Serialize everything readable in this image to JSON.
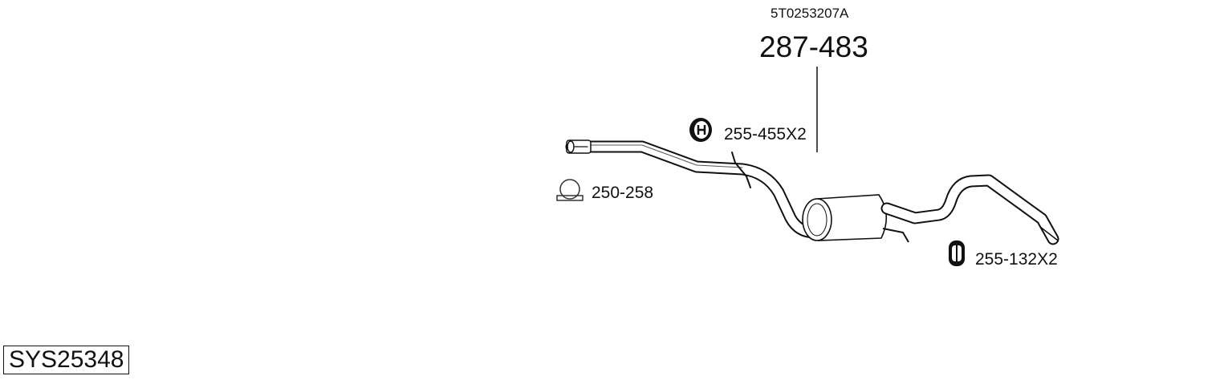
{
  "oe_number": "5T0253207A",
  "main_part": "287-483",
  "parts": [
    {
      "number": "255-455X2",
      "icon": "rubber-hanger-icon"
    },
    {
      "number": "250-258",
      "icon": "clamp-icon"
    },
    {
      "number": "255-132X2",
      "icon": "rubber-mount-icon"
    }
  ],
  "system_code": "SYS25348"
}
